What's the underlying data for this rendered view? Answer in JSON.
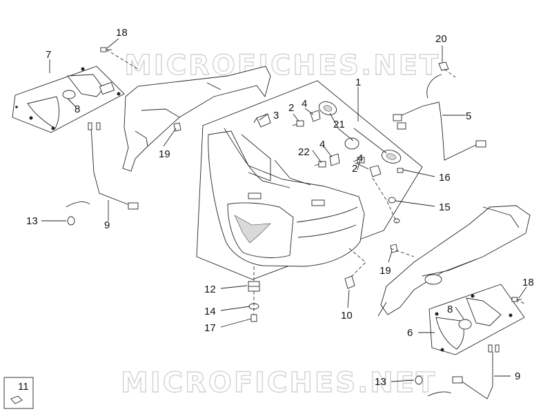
{
  "watermark": {
    "top_text": "MICROFICHES.NET",
    "bottom_text": "MICROFICHES.NET"
  },
  "callouts": {
    "c1": "1",
    "c2a": "2",
    "c2b": "2",
    "c3": "3",
    "c4a": "4",
    "c4b": "4",
    "c4c": "4",
    "c5": "5",
    "c6": "6",
    "c7": "7",
    "c8a": "8",
    "c8b": "8",
    "c9a": "9",
    "c9b": "9",
    "c10": "10",
    "c11": "11",
    "c12": "12",
    "c13a": "13",
    "c13b": "13",
    "c14": "14",
    "c15": "15",
    "c16": "16",
    "c17": "17",
    "c18a": "18",
    "c18b": "18",
    "c19a": "19",
    "c19b": "19",
    "c20": "20",
    "c21": "21",
    "c22": "22"
  },
  "colors": {
    "line": "#222222",
    "watermark": "#d2d2d2",
    "background": "#ffffff"
  }
}
